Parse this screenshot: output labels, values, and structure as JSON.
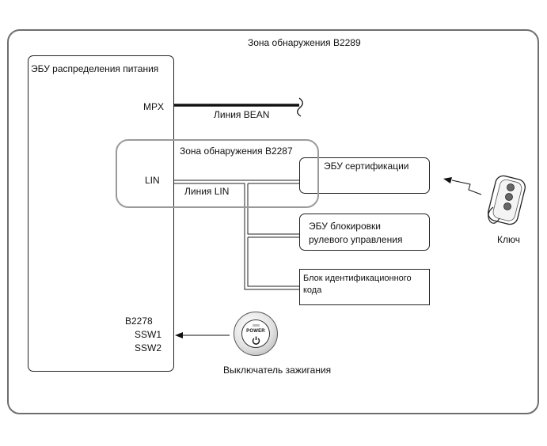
{
  "outer_zone": {
    "label": "Зона обнаружения B2289"
  },
  "inner_zone": {
    "label": "Зона обнаружения B2287"
  },
  "power_ecu": {
    "title": "ЭБУ распределения питания",
    "pins": {
      "mpx": "MPX",
      "lin": "LIN",
      "b2278": "B2278",
      "ssw1": "SSW1",
      "ssw2": "SSW2"
    }
  },
  "bean_line": {
    "label": "Линия BEAN"
  },
  "lin_line": {
    "label": "Линия LIN"
  },
  "cert_ecu": {
    "label": "ЭБУ сертификации"
  },
  "steering_ecu": {
    "line1": "ЭБУ блокировки",
    "line2": "рулевого управления"
  },
  "id_block": {
    "line1": "Блок идентификационного",
    "line2": "кода"
  },
  "key": {
    "label": "Ключ"
  },
  "ignition": {
    "button_text": "POWER",
    "label": "Выключатель зажигания"
  },
  "colors": {
    "frame": "#6e6e6e",
    "zone": "#9a9a9a",
    "line": "#222222"
  }
}
